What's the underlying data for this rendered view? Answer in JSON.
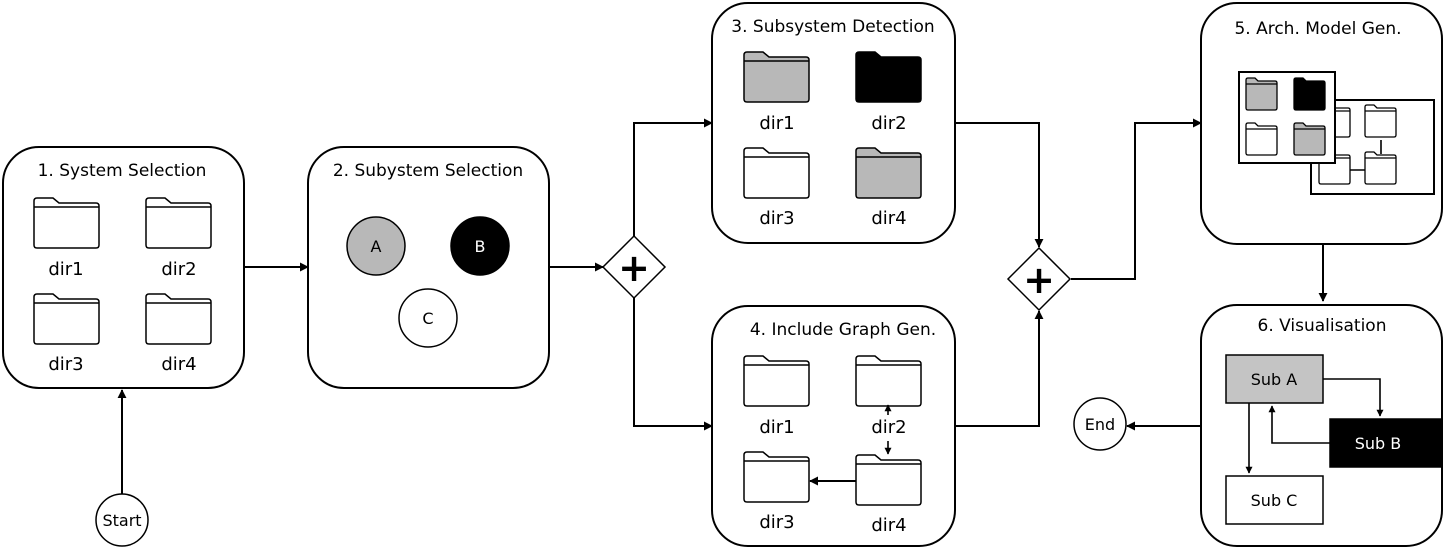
{
  "stages": {
    "s1": {
      "title": "1. System Selection",
      "dirs": [
        "dir1",
        "dir2",
        "dir3",
        "dir4"
      ]
    },
    "s2": {
      "title": "2. Subystem Selection",
      "nodes": [
        "A",
        "B",
        "C"
      ]
    },
    "s3": {
      "title": "3. Subsystem Detection",
      "dirs": [
        "dir1",
        "dir2",
        "dir3",
        "dir4"
      ]
    },
    "s4": {
      "title": "4. Include Graph Gen.",
      "dirs": [
        "dir1",
        "dir2",
        "dir3",
        "dir4"
      ]
    },
    "s5": {
      "title": "5. Arch. Model Gen."
    },
    "s6": {
      "title": "6. Visualisation",
      "subsystems": [
        "Sub A",
        "Sub B",
        "Sub C"
      ]
    }
  },
  "events": {
    "start": "Start",
    "end": "End"
  },
  "gateways": {
    "split": "+",
    "join": "+"
  },
  "colors": {
    "subsystem_a": "#b8b8b8",
    "subsystem_b": "#000000",
    "subsystem_c": "#ffffff"
  }
}
